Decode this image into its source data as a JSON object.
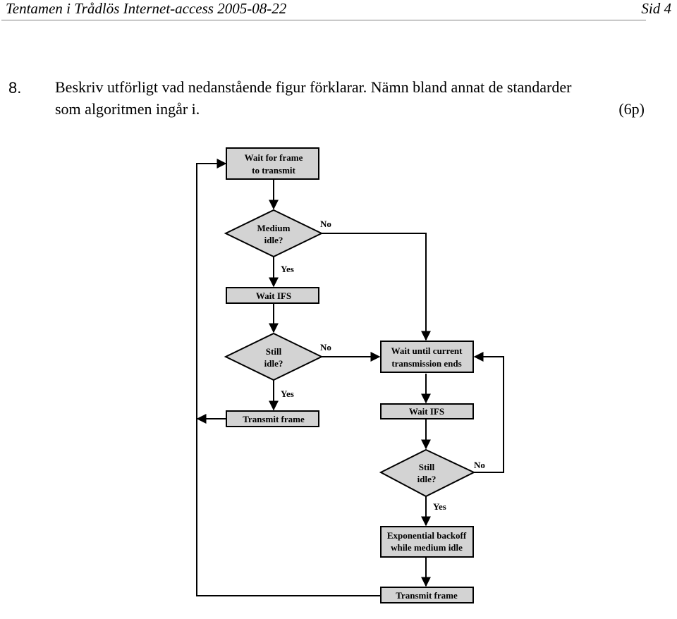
{
  "header": {
    "title": "Tentamen i Trådlös Internet-access 2005-08-22",
    "page": "Sid 4"
  },
  "question": {
    "number": "8.",
    "line1": "Beskriv utförligt vad nedanstående figur förklarar. Nämn bland annat de standarder",
    "line2": "som algoritmen ingår i.",
    "points": "(6p)"
  },
  "flowchart": {
    "wait_frame": [
      "Wait for frame",
      "to transmit"
    ],
    "medium_idle": [
      "Medium",
      "idle?"
    ],
    "wait_ifs_1": "Wait IFS",
    "still_idle_1": [
      "Still",
      "idle?"
    ],
    "transmit_1": "Transmit frame",
    "wait_until": [
      "Wait until current",
      "transmission ends"
    ],
    "wait_ifs_2": "Wait IFS",
    "still_idle_2": [
      "Still",
      "idle?"
    ],
    "backoff": [
      "Exponential backoff",
      "while medium idle"
    ],
    "transmit_2": "Transmit frame",
    "yes": "Yes",
    "no": "No"
  }
}
